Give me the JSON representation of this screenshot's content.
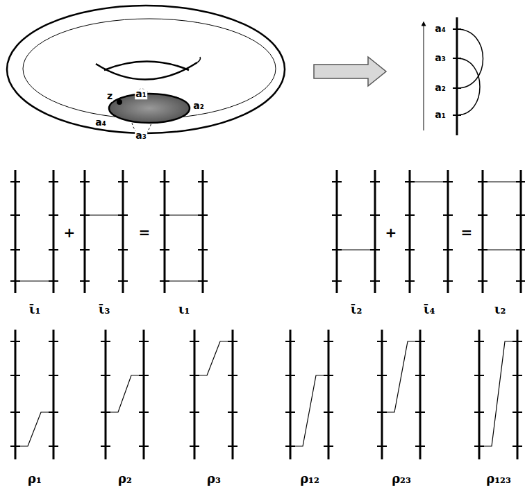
{
  "diagram": {
    "labels": [
      "z",
      "a₁",
      "a₂",
      "a₄",
      "a₃",
      "a₄",
      "a₃",
      "a₂",
      "a₁",
      "ῑ₁",
      "+",
      "ῑ₃",
      "=",
      "ι₁",
      "ῑ₂",
      "+",
      "ῑ₄",
      "=",
      "ι₂",
      "ρ₁",
      "ρ₂",
      "ρ₃",
      "ρ₁₂",
      "ρ₂₃",
      "ρ₁₂₃"
    ]
  }
}
